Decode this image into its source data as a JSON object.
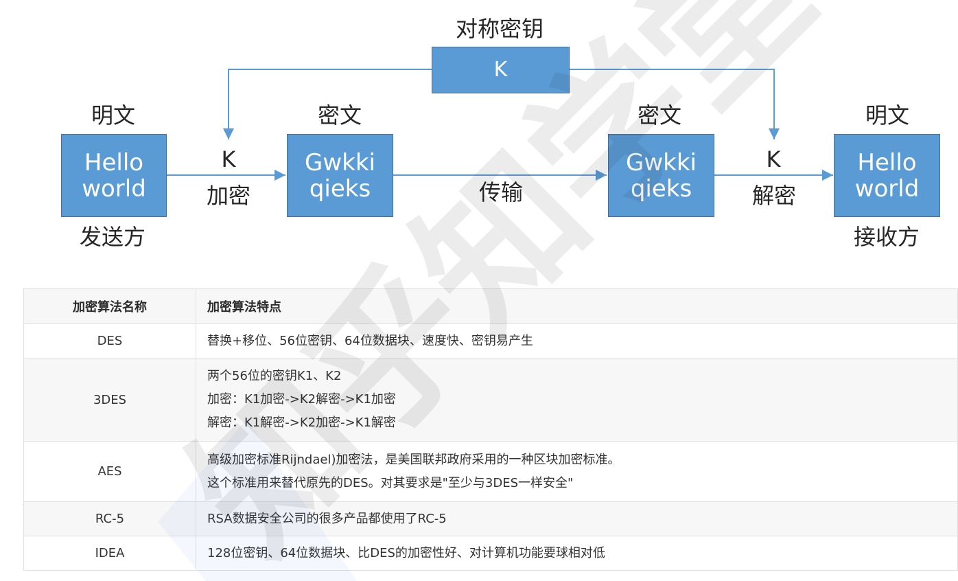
{
  "diagram": {
    "key_title": "对称密钥",
    "key_box": "K",
    "sender_top": "明文",
    "sender_box": [
      "Hello",
      "world"
    ],
    "sender_bottom": "发送方",
    "encrypt_key": "K",
    "encrypt_label": "加密",
    "cipher1_top": "密文",
    "cipher1_box": [
      "Gwkki",
      "qieks"
    ],
    "transmit_label": "传输",
    "cipher2_top": "密文",
    "cipher2_box": [
      "Gwkki",
      "qieks"
    ],
    "decrypt_key": "K",
    "decrypt_label": "解密",
    "receiver_top": "明文",
    "receiver_box": [
      "Hello",
      "world"
    ],
    "receiver_bottom": "接收方",
    "colors": {
      "box_fill": "#5b9bd5",
      "arrow": "#5b9bd5"
    }
  },
  "watermark": {
    "text": "知乎知学堂"
  },
  "table": {
    "headers": [
      "加密算法名称",
      "加密算法特点"
    ],
    "rows": [
      {
        "name": "DES",
        "lines": [
          "替换+移位、56位密钥、64位数据块、速度快、密钥易产生"
        ]
      },
      {
        "name": "3DES",
        "lines": [
          "两个56位的密钥K1、K2",
          "加密：K1加密->K2解密->K1加密",
          "解密：K1解密->K2加密->K1解密"
        ]
      },
      {
        "name": "AES",
        "lines": [
          "高级加密标准Rijndael)加密法，是美国联邦政府采用的一种区块加密标准。",
          "这个标准用来替代原先的DES。对其要求是\"至少与3DES一样安全\""
        ]
      },
      {
        "name": "RC-5",
        "lines": [
          "RSA数据安全公司的很多产品都使用了RC-5"
        ]
      },
      {
        "name": "IDEA",
        "lines": [
          "128位密钥、64位数据块、比DES的加密性好、对计算机功能要球相对低"
        ]
      }
    ]
  }
}
